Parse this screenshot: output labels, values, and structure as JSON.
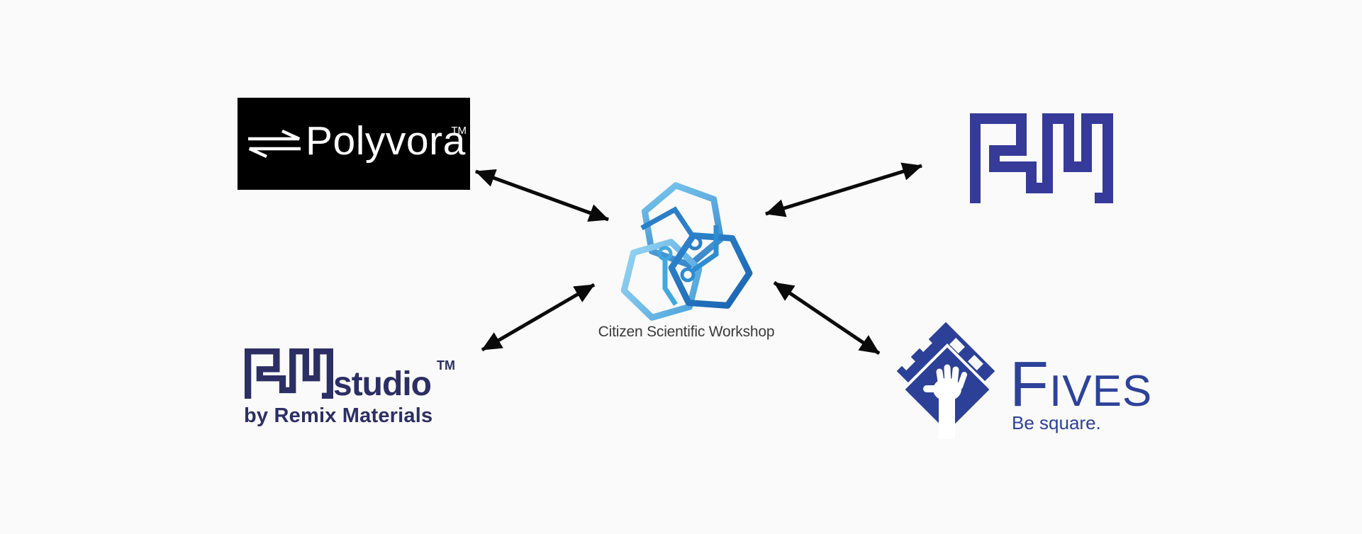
{
  "page": {
    "background_color": "#FAFAFA",
    "type": "partner-relationship-diagram"
  },
  "center": {
    "label": "Citizen Scientific Workshop",
    "label_color": "#3A3A3A",
    "logo": "three-interlocking-hexagons-circuit",
    "logo_gradient_light": "#9AD6F3",
    "logo_gradient_dark": "#1A64B2"
  },
  "partners": {
    "polyvora": {
      "label": "Polyvora",
      "trademark": "TM",
      "box_color": "#000000",
      "text_color": "#FFFFFF",
      "icon": "reversible-arrows"
    },
    "remix_materials": {
      "monogram": "RM",
      "color": "#363A99"
    },
    "rm_studio": {
      "monogram": "RM",
      "label": "studio",
      "trademark": "TM",
      "byline": "by Remix Materials",
      "color": "#2B2F63"
    },
    "fives": {
      "label_cap": "F",
      "label_rest": "IVES",
      "tagline": "Be square.",
      "color": "#2D4299",
      "mark_color": "#2C4097",
      "icon": "diamond-with-hand"
    }
  },
  "connections": {
    "style": "double-headed-arrow",
    "color": "#0A0A0A",
    "count": 4,
    "links": [
      "Polyvora <-> Citizen Scientific Workshop",
      "Remix Materials <-> Citizen Scientific Workshop",
      "RM studio <-> Citizen Scientific Workshop",
      "Fives <-> Citizen Scientific Workshop"
    ]
  }
}
